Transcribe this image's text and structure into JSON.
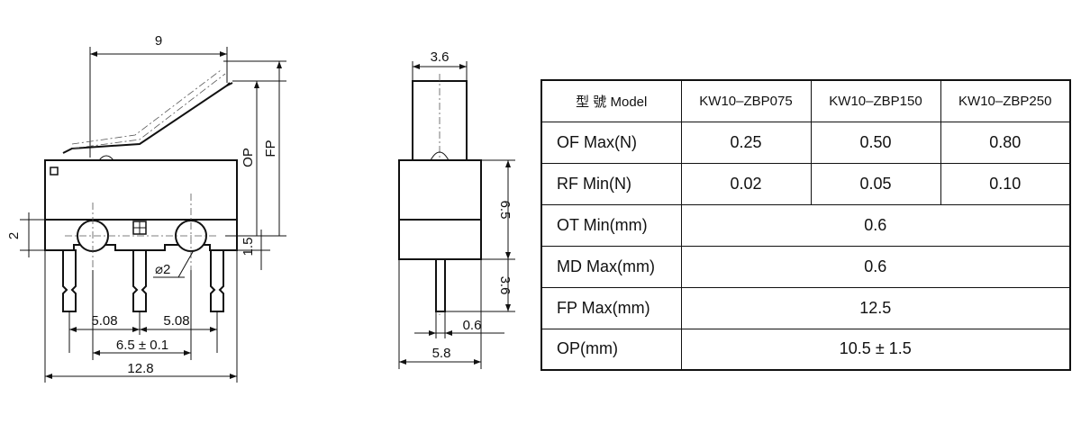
{
  "side_view": {
    "dim_length_top": "9",
    "dim_op": "OP",
    "dim_fp": "FP",
    "dim_left": "2",
    "dim_right": "1.5",
    "dim_hole": "⌀2",
    "dim_pitch_left": "5.08",
    "dim_pitch_right": "5.08",
    "dim_pin_span": "6.5 ± 0.1",
    "dim_total_length": "12.8"
  },
  "end_view": {
    "dim_plunger_width": "3.6",
    "dim_body_height": "6.5",
    "dim_pin_length": "3.6",
    "dim_pin_thickness": "0.6",
    "dim_body_width": "5.8"
  },
  "spec_table": {
    "header_label": "型 號  Model",
    "models": [
      "KW10–ZBP075",
      "KW10–ZBP150",
      "KW10–ZBP250"
    ],
    "rows": [
      {
        "label": "OF Max(N)",
        "values": [
          "0.25",
          "0.50",
          "0.80"
        ]
      },
      {
        "label": "RF Min(N)",
        "values": [
          "0.02",
          "0.05",
          "0.10"
        ]
      }
    ],
    "merged_rows": [
      {
        "label": "OT Min(mm)",
        "value": "0.6"
      },
      {
        "label": "MD Max(mm)",
        "value": "0.6"
      },
      {
        "label": "FP Max(mm)",
        "value": "12.5"
      },
      {
        "label": "OP(mm)",
        "value": "10.5 ± 1.5"
      }
    ]
  }
}
